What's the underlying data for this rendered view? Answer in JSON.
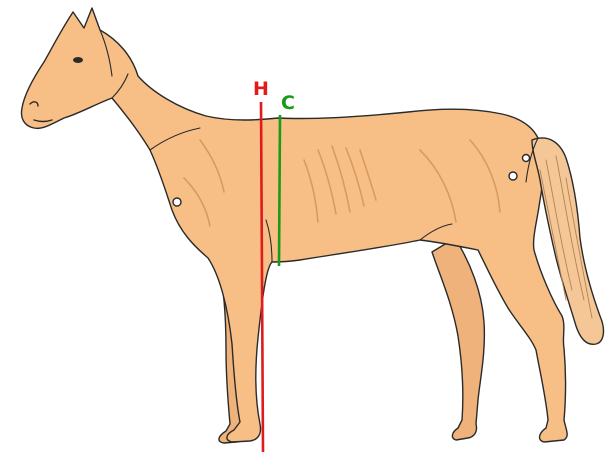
{
  "figure": {
    "colors": {
      "background": "#ffffff",
      "body_fill": "#F7BF86",
      "outline": "#2a2a2a",
      "shading": "#d99a5e",
      "h_line": "#e01b1b",
      "c_line": "#1a9a1a"
    },
    "markers": [
      {
        "name": "height-line",
        "label": "H",
        "color": "#e01b1b"
      },
      {
        "name": "chest-depth-line",
        "label": "C",
        "color": "#1a9a1a"
      }
    ]
  }
}
